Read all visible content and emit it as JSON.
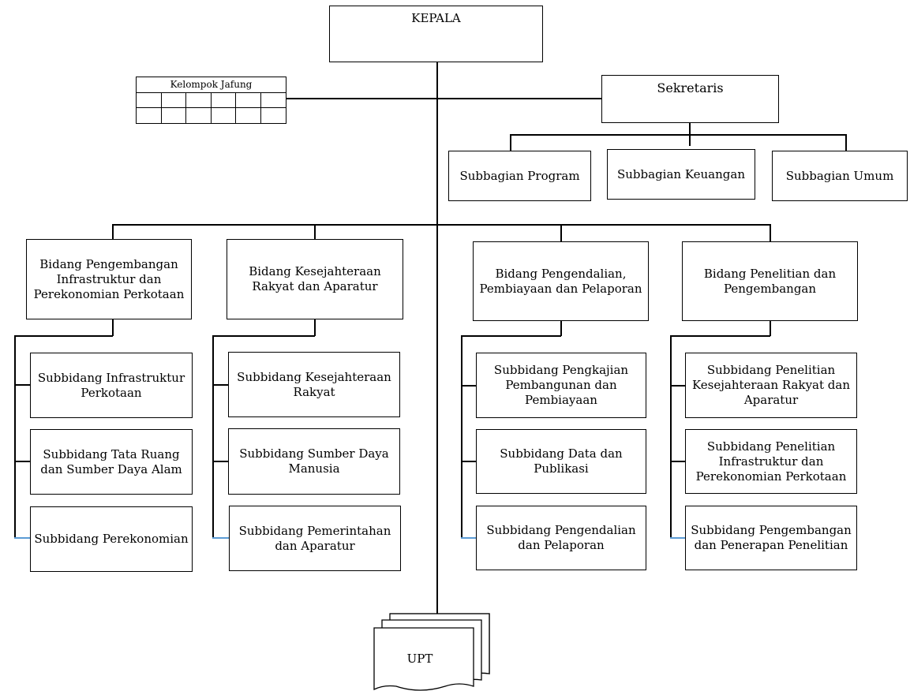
{
  "head": "KEPALA",
  "functional_group": "Kelompok Jafung",
  "secretary": "Sekretaris",
  "secretariat_units": [
    "Subbagian Program",
    "Subbagian Keuangan",
    "Subbagian Umum"
  ],
  "divisions": [
    {
      "name": "Bidang Pengembangan Infrastruktur dan Perekonomian Perkotaan",
      "subdivisions": [
        "Subbidang Infrastruktur Perkotaan",
        "Subbidang Tata Ruang dan Sumber Daya Alam",
        "Subbidang Perekonomian"
      ]
    },
    {
      "name": "Bidang Kesejahteraan Rakyat dan Aparatur",
      "subdivisions": [
        "Subbidang Kesejahteraan Rakyat",
        "Subbidang Sumber Daya Manusia",
        "Subbidang Pemerintahan dan Aparatur"
      ]
    },
    {
      "name": "Bidang Pengendalian, Pembiayaan dan Pelaporan",
      "subdivisions": [
        "Subbidang Pengkajian Pembangunan dan Pembiayaan",
        "Subbidang Data dan Publikasi",
        "Subbidang Pengendalian dan Pelaporan"
      ]
    },
    {
      "name": "Bidang Penelitian dan Pengembangan",
      "subdivisions": [
        "Subbidang Penelitian Kesejahteraan Rakyat dan Aparatur",
        "Subbidang Penelitian Infrastruktur dan Perekonomian Perkotaan",
        "Subbidang Pengembangan dan Penerapan Penelitian"
      ]
    }
  ],
  "technical_unit": "UPT"
}
